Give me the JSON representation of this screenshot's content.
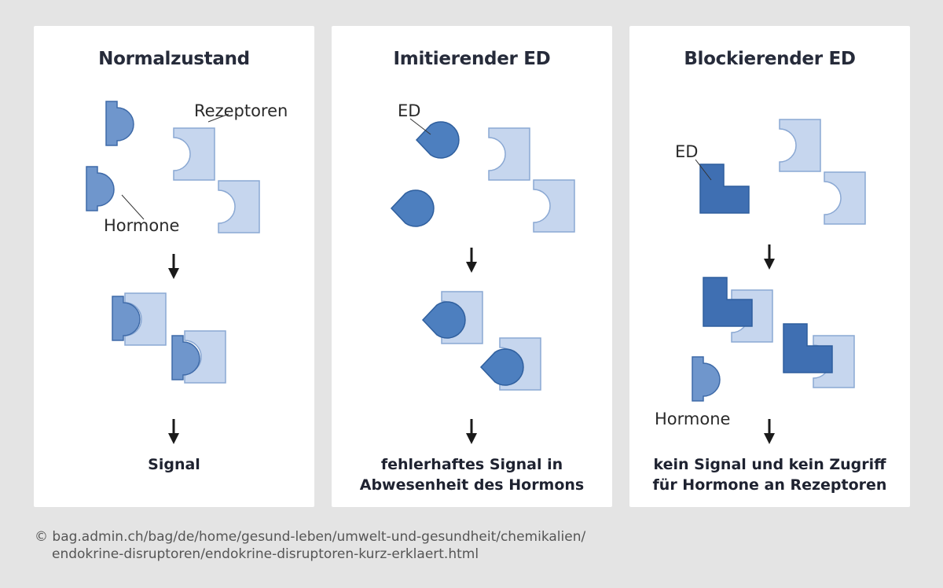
{
  "panels": {
    "normal": {
      "title": "Normalzustand",
      "label_receptors": "Rezeptoren",
      "label_hormones": "Hormone",
      "result": [
        "Signal"
      ]
    },
    "imitating": {
      "title": "Imitierender ED",
      "label_ed": "ED",
      "result": [
        "fehlerhaftes Signal in",
        "Abwesenheit des Hormons"
      ]
    },
    "blocking": {
      "title": "Blockierender ED",
      "label_ed": "ED",
      "label_hormones": "Hormone",
      "result": [
        "kein Signal und kein Zugriff",
        "für Hormone an Rezeptoren"
      ]
    }
  },
  "source": {
    "symbol": "©",
    "line1": "bag.admin.ch/bag/de/home/gesund-leben/umwelt-und-gesundheit/chemikalien/",
    "line2": "endokrine-disruptoren/endokrine-disruptoren-kurz-erklaert.html"
  },
  "colors": {
    "background": "#e4e4e4",
    "panel": "#ffffff",
    "hormone": "#6f96cc",
    "ed": "#4d7fbf",
    "ed_blocking": "#3f6fb2",
    "receptor": "#c6d6ee",
    "stroke": "#3e6aa8",
    "arrow": "#1a1a1a"
  },
  "icons": [
    "hormone-shape",
    "receptor-shape",
    "ed-teardrop-shape",
    "ed-l-block-shape",
    "down-arrow-icon"
  ]
}
